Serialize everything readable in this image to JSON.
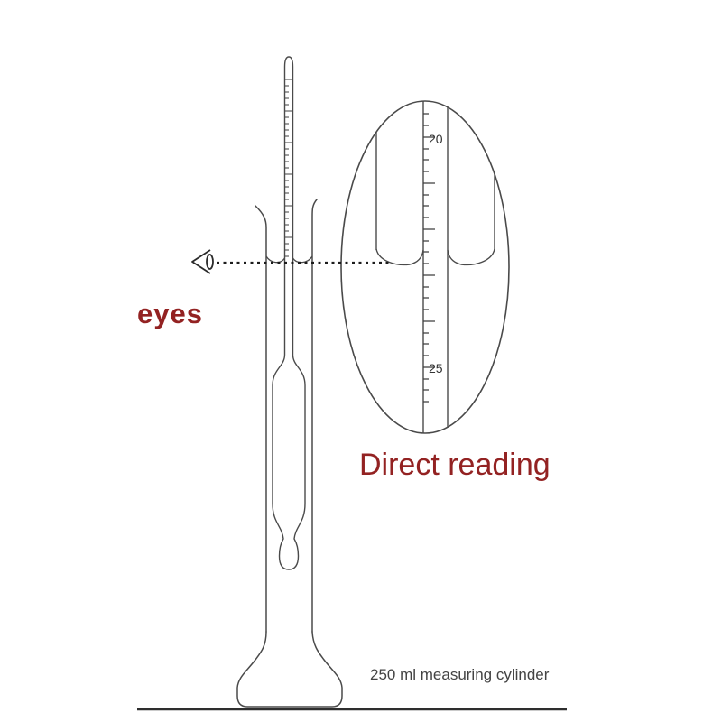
{
  "diagram": {
    "labels": {
      "eyes": "eyes",
      "direct_reading": "Direct reading",
      "caption": "250 ml measuring cylinder"
    },
    "magnified_scale": {
      "upper_mark": "20",
      "lower_mark": "25"
    },
    "colors": {
      "annotation_red": "#932222",
      "line_art": "#444444",
      "background": "#ffffff"
    }
  }
}
